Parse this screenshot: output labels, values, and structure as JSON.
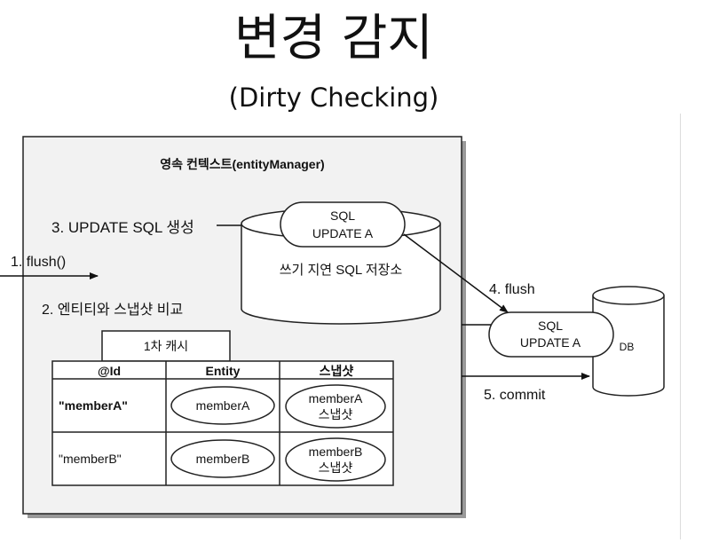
{
  "title": "변경 감지",
  "subtitle": "(Dirty Checking)",
  "context_label": "영속 컨텍스트(entityManager)",
  "steps": {
    "flush_call": "1. flush()",
    "compare": "2. 엔티티와 스냅샷 비교",
    "generate": "3. UPDATE SQL 생성",
    "flush": "4. flush",
    "commit": "5. commit"
  },
  "sql_store": {
    "label": "쓰기 지연 SQL 저장소",
    "pill_line1": "SQL",
    "pill_line2": "UPDATE A"
  },
  "db": {
    "label": "DB",
    "pill_line1": "SQL",
    "pill_line2": "UPDATE A"
  },
  "cache": {
    "label": "1차 캐시",
    "headers": [
      "@Id",
      "Entity",
      "스냅샷"
    ],
    "rows": [
      {
        "id": "\"memberA\"",
        "entity": "memberA",
        "snapshot_line1": "memberA",
        "snapshot_line2": "스냅샷"
      },
      {
        "id": "\"memberB\"",
        "entity": "memberB",
        "snapshot_line1": "memberB",
        "snapshot_line2": "스냅샷"
      }
    ]
  }
}
